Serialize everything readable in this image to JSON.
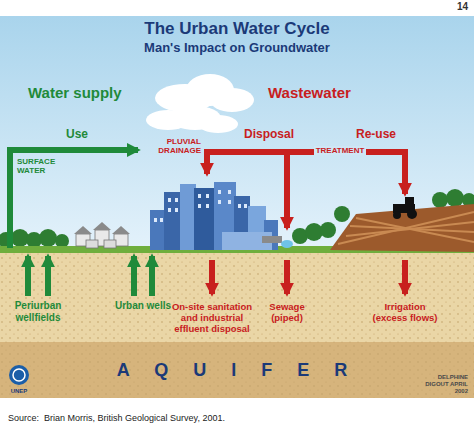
{
  "diagram": {
    "title": "The Urban Water Cycle",
    "caption": "Source:  Brian Morris, British Geological Survey, 2001.",
    "nodes": [
      {
        "text": [
          "A Q U I F E R"
        ]
      }
    ],
    "labels": [
      "14",
      "Man's Impact on Groundwater",
      "Water supply",
      "Wastewater",
      "Use",
      "Disposal",
      "Re-use",
      "SURFACE WATER",
      "PLUVIAL DRAINAGE",
      "TREATMENT",
      "Periurban wellfields",
      "Urban wells",
      "On-site sanitation and industrial effluent disposal",
      "Sewage (piped)",
      "Irrigation (excess flows)",
      "UNEP",
      "DELPHINE DIGOUT APRIL 2002"
    ]
  }
}
